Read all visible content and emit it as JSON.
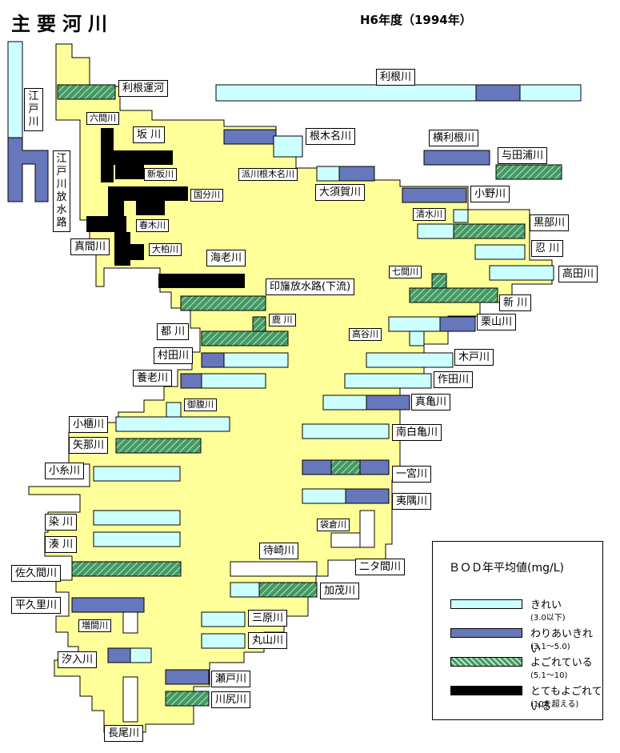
{
  "title": "主要河川",
  "year": "H6年度（1994年）",
  "colors": {
    "land": "#ffff99",
    "clean": "#ccffff",
    "fair": "#6677bb",
    "dirty": "#449966",
    "very_dirty": "#000000"
  },
  "legend": {
    "title": "ＢＯＤ年平均値(mg/L)",
    "items": [
      {
        "label": "きれい",
        "range": "(3.0以下)"
      },
      {
        "label": "わりあいきれい",
        "range": "(3.1～5.0)"
      },
      {
        "label": "よごれている",
        "range": "(5.1～10)"
      },
      {
        "label": "とてもよごれている",
        "range": "(10を超える)"
      }
    ]
  },
  "rivers": [
    "利根川",
    "利根運河",
    "六間川",
    "坂 川",
    "根木名川",
    "横利根川",
    "与田浦川",
    "新坂川",
    "派川根木名川",
    "大須賀川",
    "小野川",
    "国分川",
    "清水川",
    "黒部川",
    "春木川",
    "真間川",
    "大柏川",
    "海老川",
    "忍 川",
    "七間川",
    "高田川",
    "印旛放水路(下流)",
    "新 川",
    "鹿 川",
    "栗山川",
    "都 川",
    "高谷川",
    "村田川",
    "木戸川",
    "養老川",
    "作田川",
    "御腹川",
    "真亀川",
    "小櫃川",
    "南白亀川",
    "矢那川",
    "小糸川",
    "一宮川",
    "夷隅川",
    "袋倉川",
    "染 川",
    "湊 川",
    "待崎川",
    "佐久間川",
    "二タ間川",
    "加茂川",
    "平久里川",
    "増間川",
    "三原川",
    "丸山川",
    "汐入川",
    "瀬戸川",
    "川尻川",
    "長尾川"
  ],
  "vertical_labels": [
    "江戸川",
    "江戸川放水路"
  ]
}
